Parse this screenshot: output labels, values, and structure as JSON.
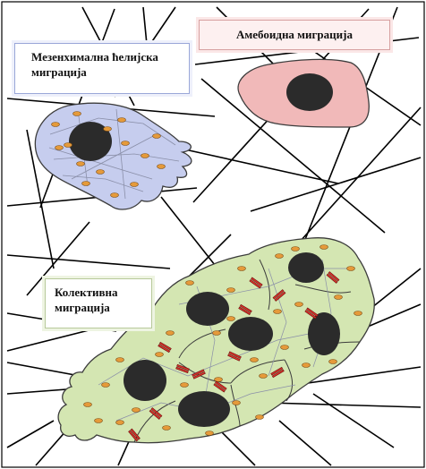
{
  "labels": {
    "mesenchymal": "Мезенхимална ћелијска миграција",
    "amoeboid": "Амебоидна миграција",
    "collective": "Колективна миграција"
  },
  "colors": {
    "mesenchymal_cell": "#c6cdee",
    "amoeboid_cell": "#f1b9b9",
    "collective_cells": "#d4e6b2",
    "nucleus": "#2b2b2b",
    "adhesion_spot": "#e59a3a",
    "junction": "#d8322b",
    "fiber": "#000000",
    "cytoskeleton": "#8a8fa8"
  }
}
